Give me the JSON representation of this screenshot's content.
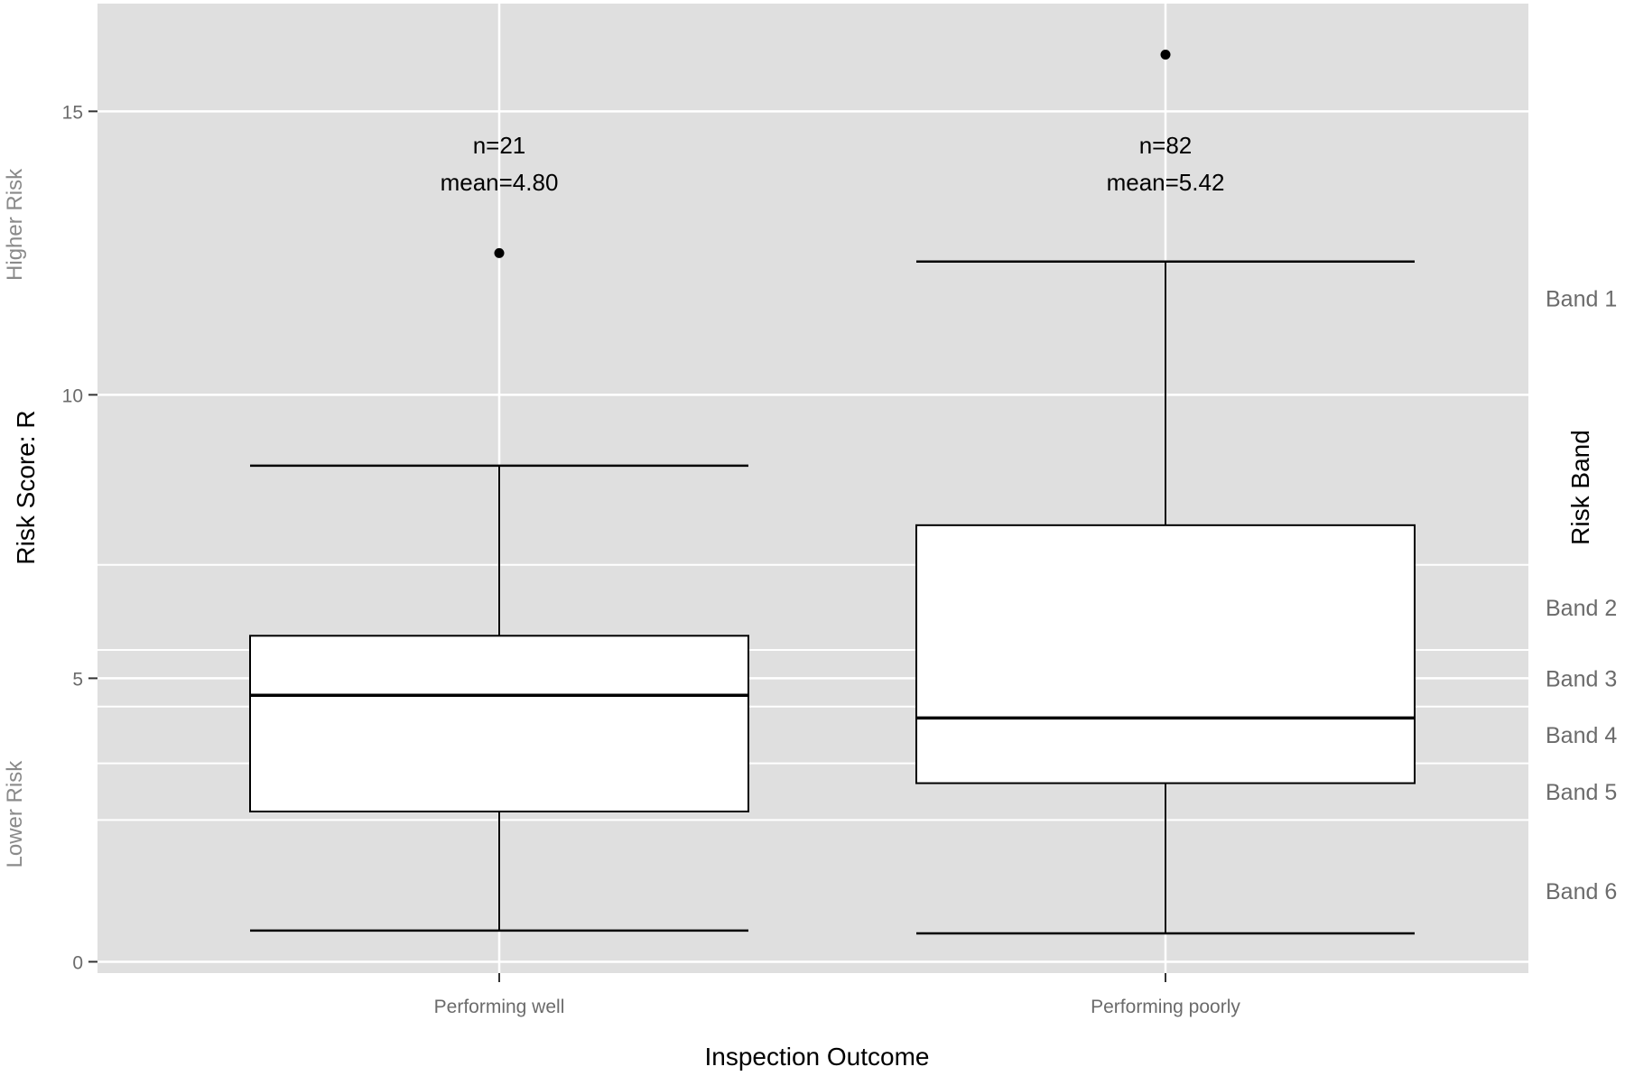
{
  "chart_data": {
    "type": "box",
    "xlabel": "Inspection Outcome",
    "ylabel": "Risk Score: R",
    "ylim": [
      -0.2,
      16.9
    ],
    "yticks": [
      0,
      5,
      10,
      15
    ],
    "grid": true,
    "categories": [
      "Performing well",
      "Performing poorly"
    ],
    "boxes": [
      {
        "category": "Performing well",
        "whisker_low": 0.55,
        "q1": 2.65,
        "median": 4.7,
        "q3": 5.75,
        "whisker_high": 8.75,
        "outliers": [
          12.5
        ],
        "annotation_n": "n=21",
        "annotation_mean": "mean=4.80"
      },
      {
        "category": "Performing poorly",
        "whisker_low": 0.5,
        "q1": 3.15,
        "median": 4.3,
        "q3": 7.7,
        "whisker_high": 12.35,
        "outliers": [
          16.0
        ],
        "annotation_n": "n=82",
        "annotation_mean": "mean=5.42"
      }
    ],
    "band_boundaries": [
      2.5,
      3.5,
      4.5,
      5.5,
      7.0
    ],
    "secondary_axis": {
      "title": "Risk Band",
      "labels": [
        {
          "text": "Band 1",
          "value": 11.7
        },
        {
          "text": "Band 2",
          "value": 6.25
        },
        {
          "text": "Band 3",
          "value": 5.0
        },
        {
          "text": "Band 4",
          "value": 4.0
        },
        {
          "text": "Band 5",
          "value": 3.0
        },
        {
          "text": "Band 6",
          "value": 1.25
        }
      ]
    },
    "side_notes": {
      "higher": {
        "text": "Higher Risk",
        "value": 13.0
      },
      "lower": {
        "text": "Lower Risk",
        "value": 2.6
      }
    },
    "colors": {
      "panel": "#dfdfdf",
      "grid": "#ffffff",
      "box_fill": "#ffffff",
      "box_stroke": "#000000"
    }
  }
}
